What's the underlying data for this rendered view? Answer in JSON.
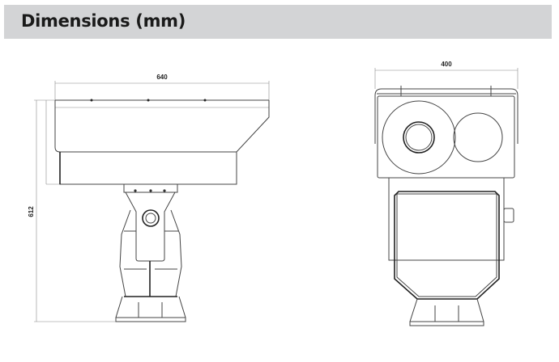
{
  "header": {
    "title": "Dimensions (mm)"
  },
  "side_view": {
    "width_label": "640",
    "height_label": "612"
  },
  "front_view": {
    "width_label": "400"
  }
}
